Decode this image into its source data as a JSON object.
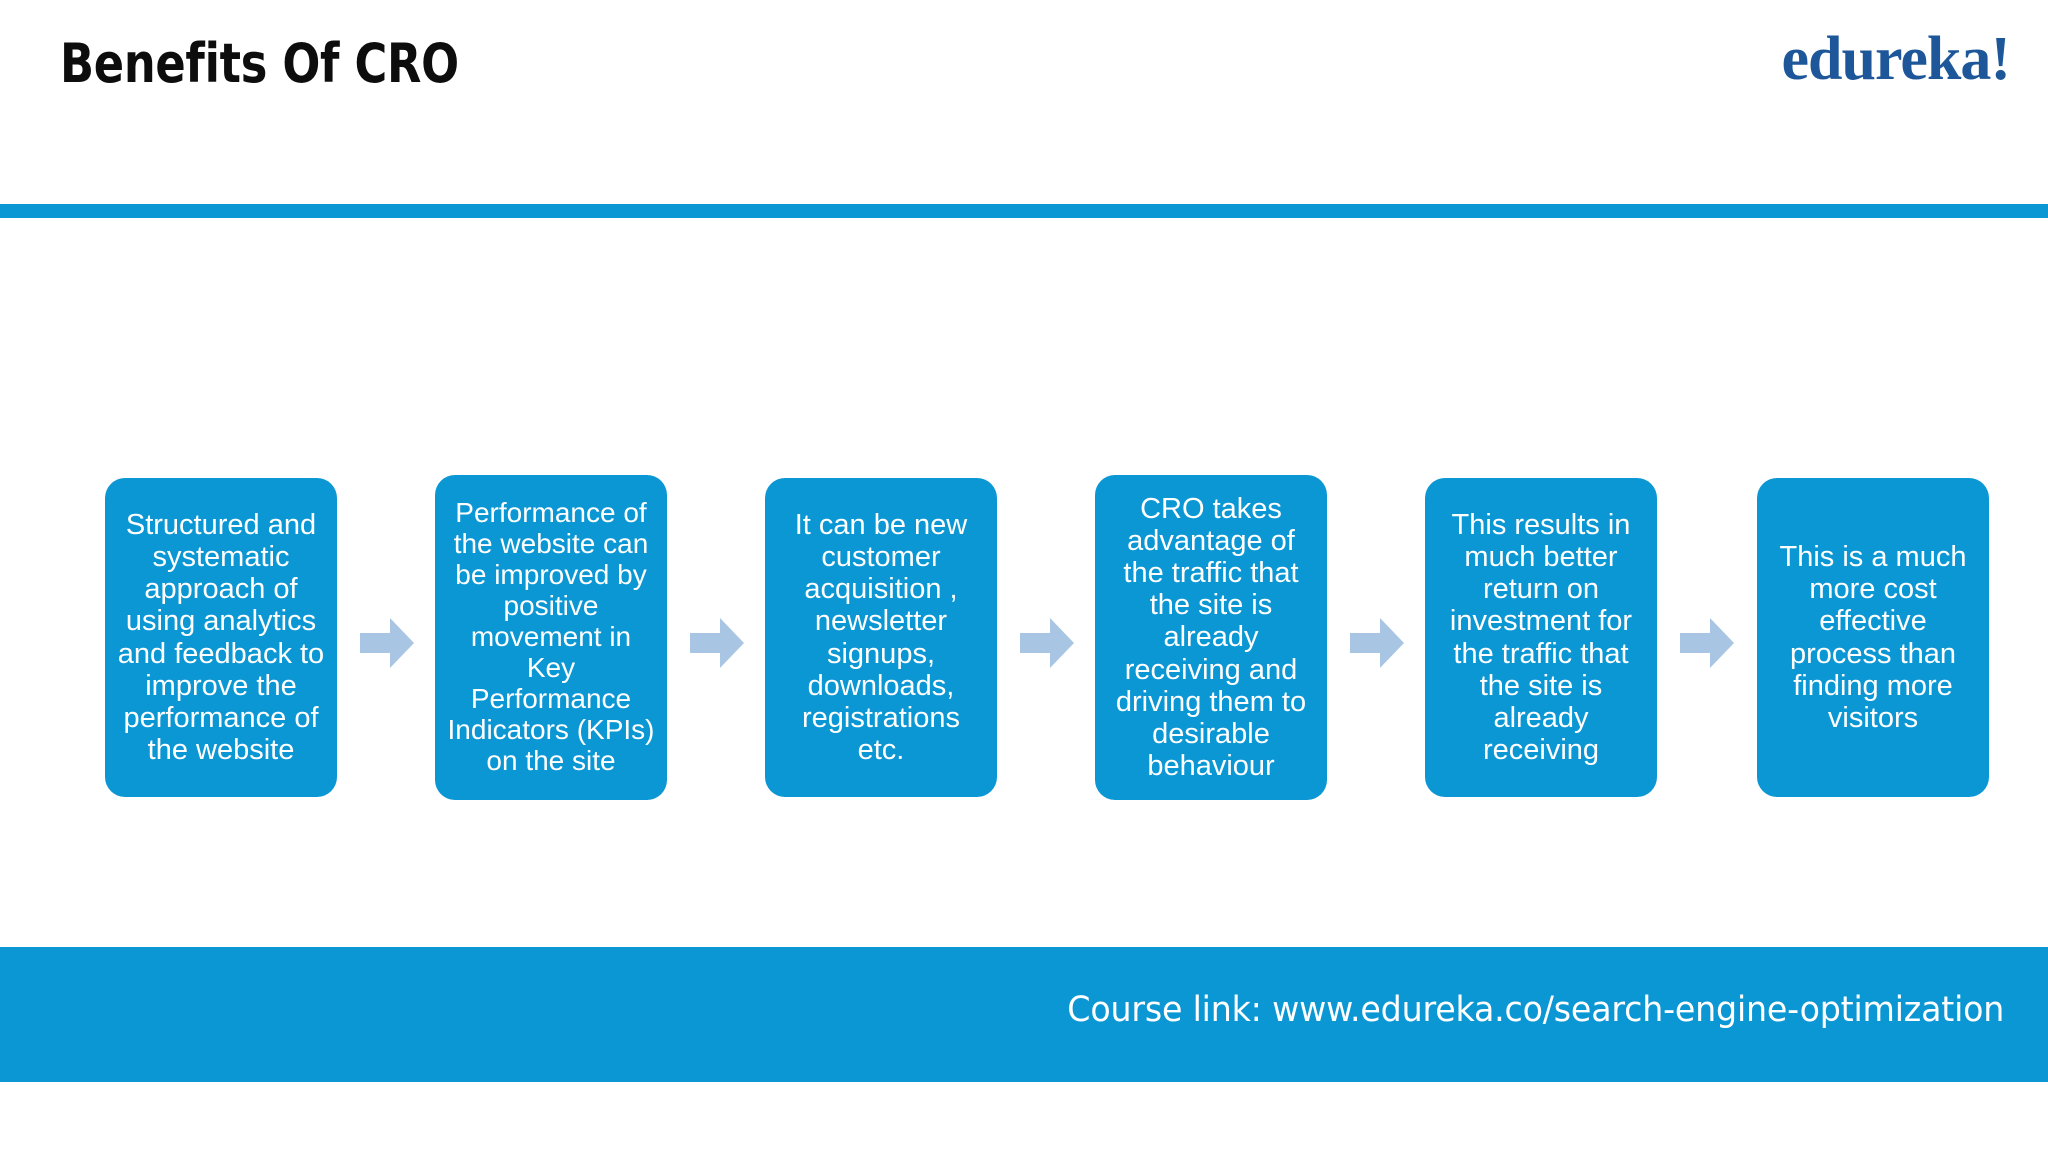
{
  "slide": {
    "title": "Benefits Of CRO",
    "brand_logo": "edureka!",
    "accent_color": "#0b97d4",
    "brand_color": "#1e5799",
    "arrow_color": "#a9c5e4",
    "background_color": "#ffffff",
    "title_color": "#0d0d0d"
  },
  "flow": {
    "arrow_icon": "arrow-right-icon",
    "boxes": [
      {
        "id": "box-1",
        "text": "Structured and systematic approach of using analytics and feedback to improve the performance of the website"
      },
      {
        "id": "box-2",
        "text": "Performance of the website can be improved by positive movement in Key Performance Indicators (KPIs) on the site"
      },
      {
        "id": "box-3",
        "text": "It can be new customer acquisition , newsletter signups, downloads, registrations etc."
      },
      {
        "id": "box-4",
        "text": "CRO takes advantage of the traffic that the site is already receiving and driving them to desirable behaviour"
      },
      {
        "id": "box-5",
        "text": "This results in much better return on investment for the traffic that the site is already receiving"
      },
      {
        "id": "box-6",
        "text": "This is a much more cost effective process than finding more visitors"
      }
    ]
  },
  "footer": {
    "course_link_text": "Course link: www.edureka.co/search-engine-optimization"
  }
}
